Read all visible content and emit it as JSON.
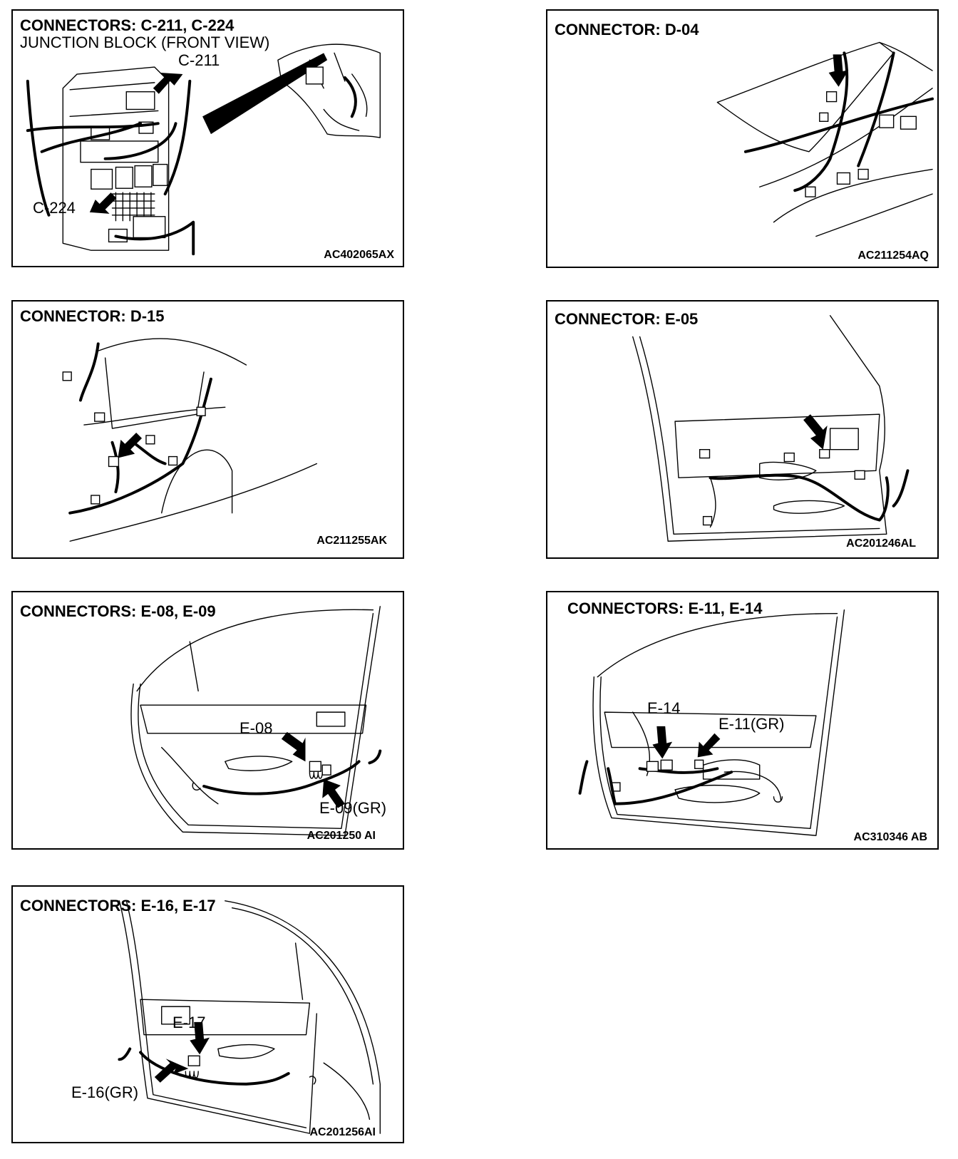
{
  "panels": [
    {
      "title": "CONNECTORS: C-211, C-224",
      "subtitle": "JUNCTION BLOCK (FRONT VIEW)",
      "callouts": [
        "C-211",
        "C-224"
      ],
      "code": "AC402065AX"
    },
    {
      "title": "CONNECTOR: D-04",
      "code": "AC211254AQ"
    },
    {
      "title": "CONNECTOR: D-15",
      "code": "AC211255AK"
    },
    {
      "title": "CONNECTOR: E-05",
      "code": "AC201246AL"
    },
    {
      "title": "CONNECTORS: E-08, E-09",
      "callouts": [
        "E-08",
        "E-09(GR)"
      ],
      "code": "AC201250 AI"
    },
    {
      "title": "CONNECTORS: E-11, E-14",
      "callouts": [
        "E-14",
        "E-11(GR)"
      ],
      "code": "AC310346 AB"
    },
    {
      "title": "CONNECTORS: E-16, E-17",
      "callouts": [
        "E-17",
        "E-16(GR)"
      ],
      "code": "AC201256AI"
    }
  ]
}
